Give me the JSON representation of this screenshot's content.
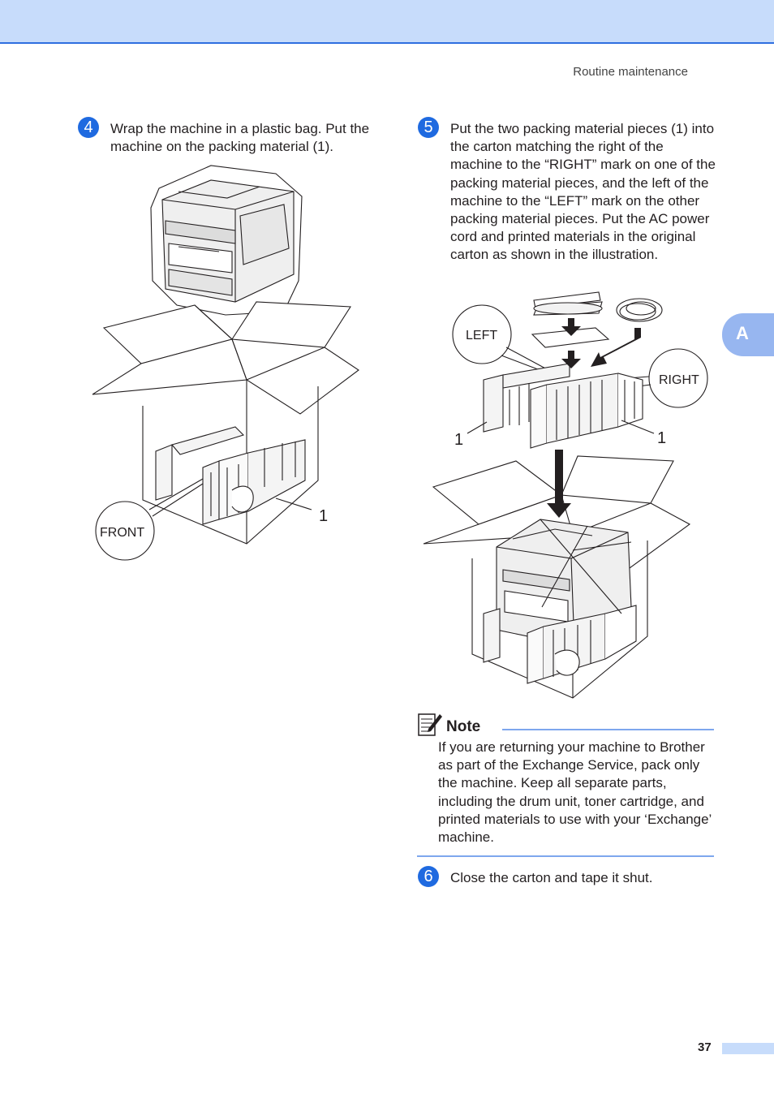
{
  "header": {
    "section": "Routine maintenance"
  },
  "side_tab": {
    "label": "A"
  },
  "steps": [
    {
      "number": "4",
      "text": "Wrap the machine in a plastic bag. Put the machine on the packing material (1)."
    },
    {
      "number": "5",
      "text": "Put the two packing material pieces (1) into the carton matching the right of the machine to the “RIGHT” mark on one of the packing material pieces, and the left of the machine to the “LEFT” mark on the other packing material pieces. Put the AC power cord and printed materials in the original carton as shown in the illustration."
    },
    {
      "number": "6",
      "text": "Close the carton and tape it shut."
    }
  ],
  "figure_left": {
    "callout_front": "FRONT",
    "callout_number": "1"
  },
  "figure_right": {
    "callout_left": "LEFT",
    "callout_right": "RIGHT",
    "callout_number_left": "1",
    "callout_number_right": "1"
  },
  "note": {
    "title": "Note",
    "text": "If you are returning your machine to Brother as part of the Exchange Service, pack only the machine. Keep all separate parts, including the drum unit, toner cartridge, and printed materials to use with your ‘Exchange’ machine."
  },
  "footer": {
    "page_number": "37"
  },
  "colors": {
    "accent": "#1f6ae0",
    "band": "#c7dcfb",
    "tab": "#97b6f0"
  }
}
